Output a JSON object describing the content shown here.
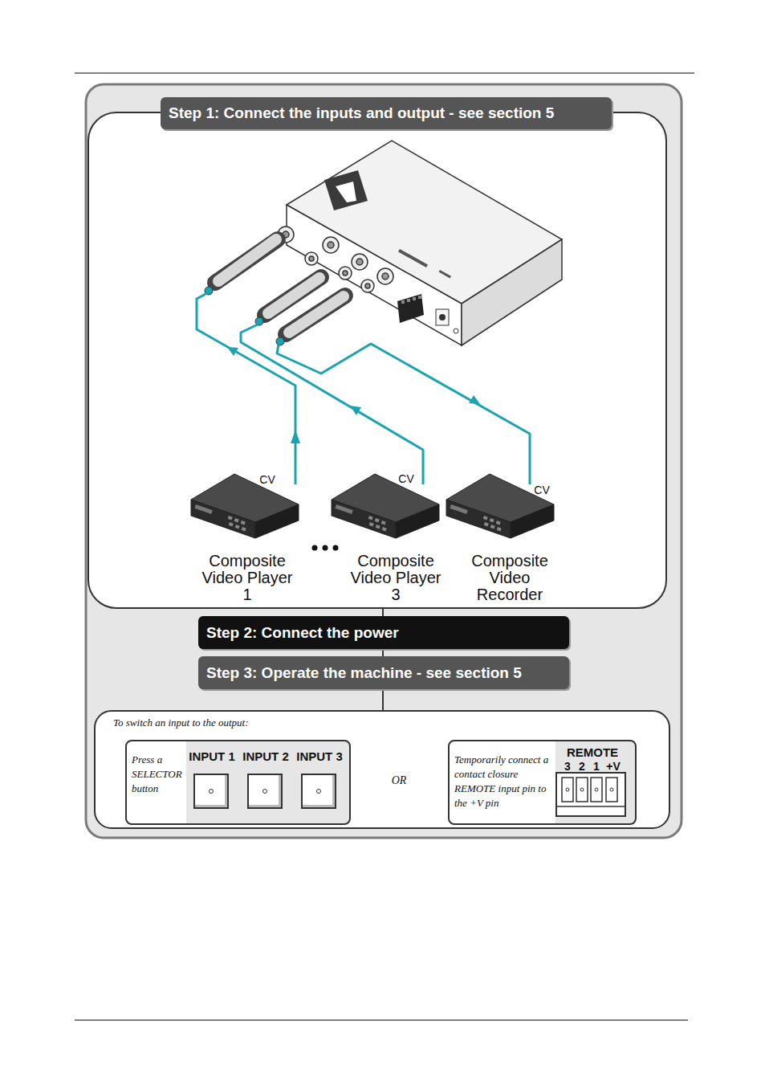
{
  "diagram": {
    "nodes": [
      {
        "text": [
          "Step 1: Connect the inputs and output - see section 5"
        ]
      },
      {
        "text": [
          "Composite Video Player 1"
        ]
      },
      {
        "text": [
          "Composite Video Player 3"
        ]
      },
      {
        "text": [
          "Composite Video Recorder"
        ]
      },
      {
        "text": [
          "Step 2: Connect the power"
        ]
      },
      {
        "text": [
          "Step 3: Operate the machine - see section 5"
        ]
      },
      {
        "text": [
          "To switch an input to the output:"
        ]
      },
      {
        "text": [
          "Press a SELECTOR button"
        ],
        "in": 6
      },
      {
        "text": [
          "INPUT 1"
        ],
        "in": 7
      },
      {
        "text": [
          "INPUT 2"
        ],
        "in": 7
      },
      {
        "text": [
          "INPUT 3"
        ],
        "in": 7
      },
      {
        "text": [
          "Temporarily connect a contact closure REMOTE input pin to the +V pin"
        ],
        "in": 6
      },
      {
        "text": [
          "REMOTE"
        ],
        "in": 11
      }
    ],
    "labels": [
      "CV",
      "CV",
      "CV",
      "OR",
      "3",
      "2",
      "1",
      "+V"
    ]
  }
}
